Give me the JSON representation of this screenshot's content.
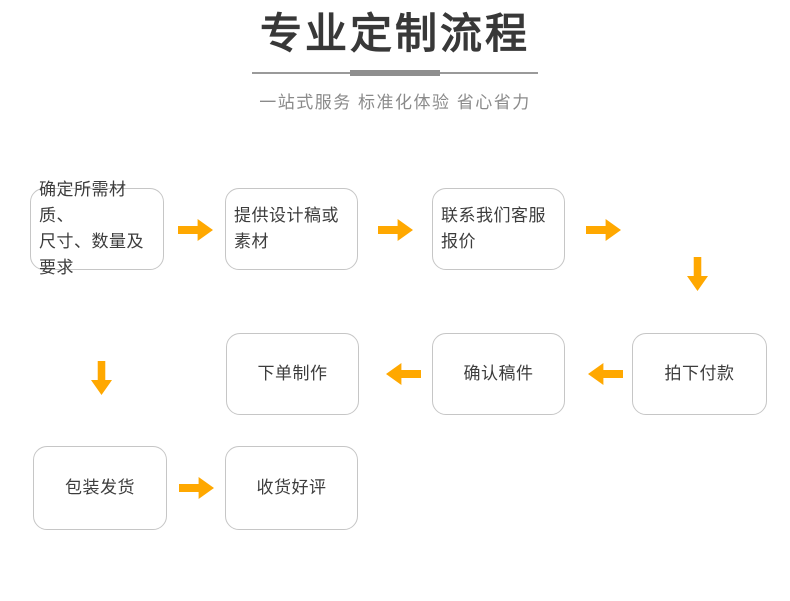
{
  "header": {
    "title": "专业定制流程",
    "subtitle": "一站式服务 标准化体验 省心省力"
  },
  "flow": {
    "steps": [
      {
        "id": "requirements",
        "label": "确定所需材质、\n尺寸、数量及\n要求"
      },
      {
        "id": "design-material",
        "label": "提供设计稿或\n素材"
      },
      {
        "id": "contact-quote",
        "label": "联系我们客服\n报价"
      },
      {
        "id": "pay-order",
        "label": "拍下付款"
      },
      {
        "id": "confirm-draft",
        "label": "确认稿件"
      },
      {
        "id": "place-production",
        "label": "下单制作"
      },
      {
        "id": "pack-ship",
        "label": "包装发货"
      },
      {
        "id": "receive-review",
        "label": "收货好评"
      }
    ]
  },
  "colors": {
    "accent_arrow": "#FFA800",
    "title_text": "#383838",
    "subtitle_text": "#8A8A8A",
    "box_border": "#C6C6C6",
    "box_text": "#3D3D3D",
    "divider": "#9A9A9A"
  }
}
